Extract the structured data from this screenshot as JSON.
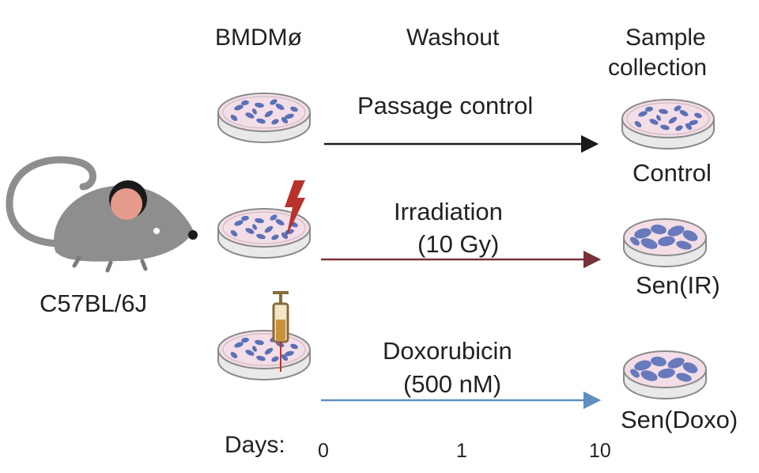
{
  "headers": {
    "start": "BMDMø",
    "middle": "Washout",
    "end_line1": "Sample",
    "end_line2": "collection"
  },
  "mouse": {
    "strain": "C57BL/6J"
  },
  "rows": [
    {
      "treatment_line1": "Passage control",
      "treatment_line2": "",
      "outcome": "Control",
      "arrow_color": "#1a1a1a",
      "treatment_icon": "none"
    },
    {
      "treatment_line1": "Irradiation",
      "treatment_line2": "(10 Gy)",
      "outcome": "Sen(IR)",
      "arrow_color": "#7a3038",
      "treatment_icon": "lightning-bolt-icon"
    },
    {
      "treatment_line1": "Doxorubicin",
      "treatment_line2": "(500 nM)",
      "outcome": "Sen(Doxo)",
      "arrow_color": "#5f8fbf",
      "treatment_icon": "syringe-icon"
    }
  ],
  "timeline": {
    "label": "Days:",
    "ticks": [
      "0",
      "1",
      "10"
    ]
  },
  "colors": {
    "dish_medium": "#f3dde6",
    "dish_rim": "#8a8a8a",
    "cells": "#5a70b8",
    "mouse_body": "#8e8e8e",
    "mouse_ear_inner": "#e59a8c",
    "bolt": "#b8322c"
  }
}
